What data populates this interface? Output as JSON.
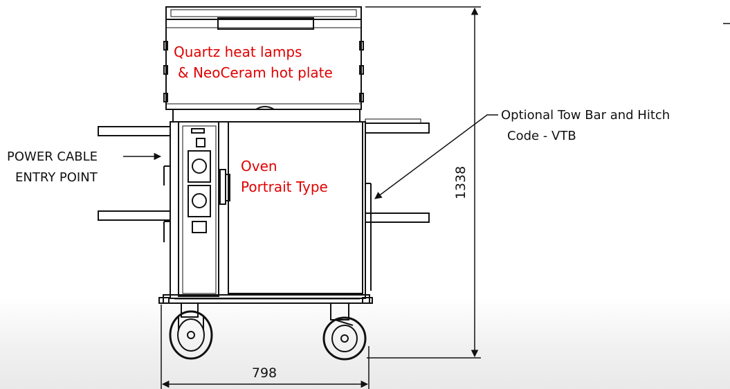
{
  "labels": {
    "top_unit_line1": "Quartz heat lamps",
    "top_unit_line2": "& NeoCeram hot plate",
    "oven_line1": "Oven",
    "oven_line2": "Portrait Type",
    "power_line1": "POWER CABLE",
    "power_line2": "ENTRY POINT",
    "tow_line1": "Optional Tow Bar and Hitch",
    "tow_line2": "Code - VTB"
  },
  "dimensions": {
    "height": "1338",
    "width": "798"
  },
  "colors": {
    "annotation": "#e00000",
    "line": "#111111"
  }
}
